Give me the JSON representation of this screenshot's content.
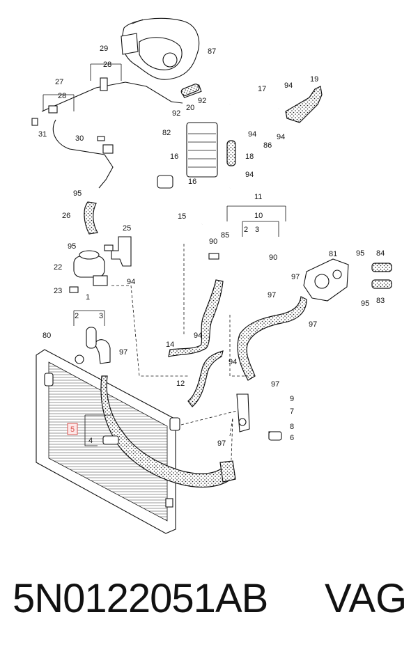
{
  "diagram": {
    "callouts": [
      "87",
      "29",
      "28",
      "27",
      "28",
      "31",
      "30",
      "20",
      "92",
      "92",
      "82",
      "16",
      "16",
      "18",
      "94",
      "94",
      "17",
      "94",
      "19",
      "86",
      "94",
      "95",
      "26",
      "25",
      "15",
      "95",
      "22",
      "94",
      "23",
      "1",
      "2",
      "3",
      "97",
      "80",
      "14",
      "94",
      "94",
      "12",
      "90",
      "85",
      "11",
      "10",
      "2",
      "3",
      "90",
      "97",
      "97",
      "81",
      "95",
      "84",
      "95",
      "83",
      "97",
      "97",
      "9",
      "7",
      "8",
      "6",
      "97",
      "4"
    ],
    "highlight_label": "5",
    "highlight_color": "#d9534f",
    "hose_pattern": "dotted"
  },
  "footer": {
    "part_number": "5N0122051AB",
    "brand": "VAG"
  }
}
